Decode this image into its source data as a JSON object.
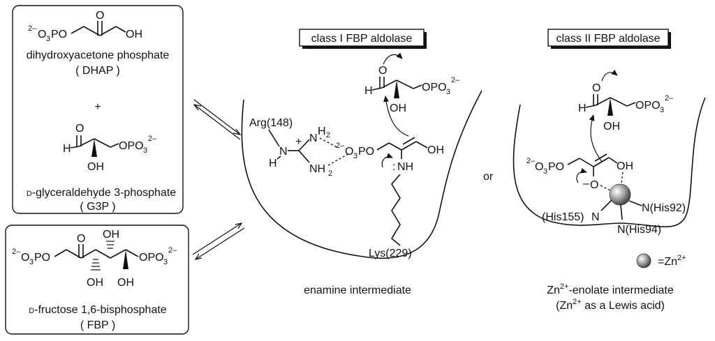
{
  "compounds": {
    "dhap": {
      "name": "dihydroxyacetone phosphate",
      "abbr": "( DHAP )"
    },
    "plus": "+",
    "g3p": {
      "name_prefix": "D",
      "name": "-glyceraldehyde 3-phosphate",
      "abbr": "( G3P )"
    },
    "fbp": {
      "name_prefix": "D",
      "name": "-fructose 1,6-bisphosphate",
      "abbr": "( FBP )"
    }
  },
  "class1": {
    "title": "class I FBP aldolase",
    "arg_label": "Arg(148)",
    "lys_label": "Lys(229)",
    "caption": "enamine intermediate"
  },
  "or_label": "or",
  "class2": {
    "title": "class II FBP aldolase",
    "his155": "(His155)",
    "his92": "N(His92)",
    "his94": "N(His94)",
    "zn_legend": "=Zn",
    "zn_legend_charge": "2+",
    "caption_line1_a": "Zn",
    "caption_line1_sup": "2+",
    "caption_line1_b": "-enolate intermediate",
    "caption_line2_a": "(Zn",
    "caption_line2_sup": "2+",
    "caption_line2_b": " as a Lewis acid)"
  },
  "atoms": {
    "O": "O",
    "OH": "OH",
    "H": "H",
    "N": "N",
    "NH": "NH",
    "PO": "PO",
    "OPO": "OPO",
    "plus": "+",
    "minus": "–",
    "dot": ":",
    "charge_2minus": "2–",
    "sub3": "3",
    "sub2": "2"
  }
}
